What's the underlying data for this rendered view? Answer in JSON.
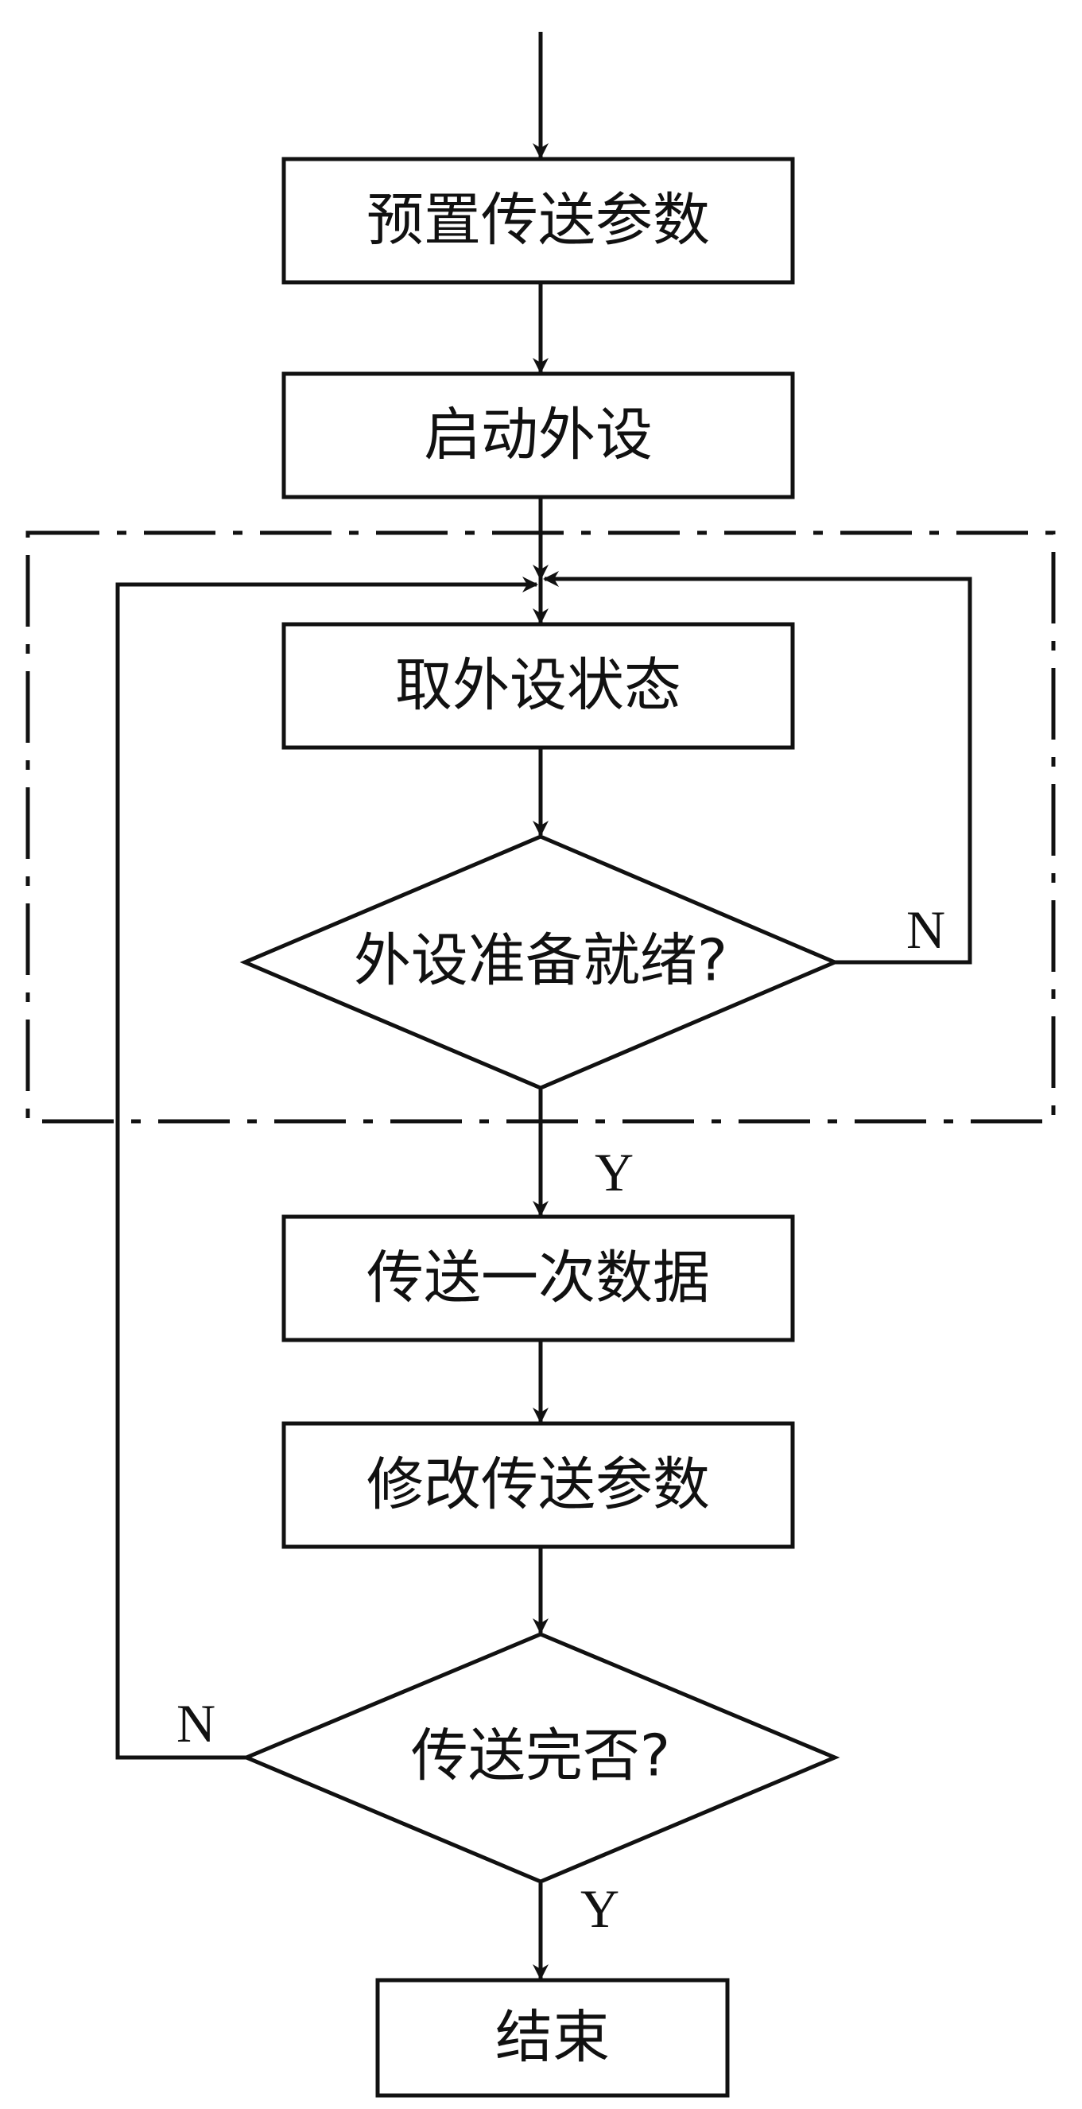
{
  "nodes": {
    "preset": "预置传送参数",
    "start_device": "启动外设",
    "get_status": "取外设状态",
    "ready_check": "外设准备就绪?",
    "transfer_once": "传送一次数据",
    "modify_params": "修改传送参数",
    "done_check": "传送完否?",
    "end": "结束"
  },
  "edge_labels": {
    "ready_no": "N",
    "ready_yes": "Y",
    "done_no": "N",
    "done_yes": "Y"
  },
  "colors": {
    "stroke": "#111111",
    "background": "#ffffff"
  }
}
